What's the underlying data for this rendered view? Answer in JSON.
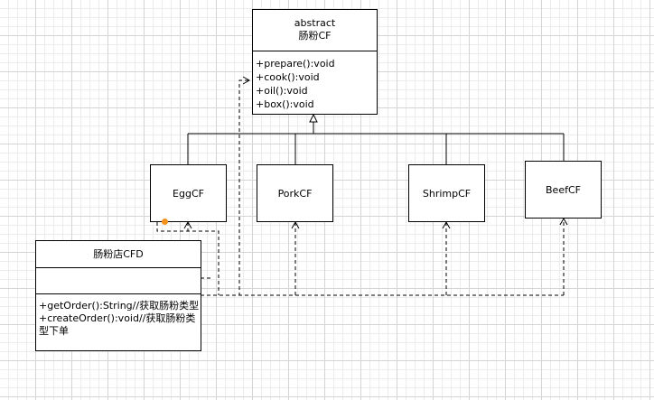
{
  "diagram": {
    "abstract_class": {
      "stereotype": "abstract",
      "name": "肠粉CF",
      "methods": [
        "+prepare():void",
        "+cook():void",
        "+oil():void",
        "+box():void"
      ]
    },
    "subclasses": [
      {
        "name": "EggCF"
      },
      {
        "name": "PorkCF"
      },
      {
        "name": "ShrimpCF"
      },
      {
        "name": "BeefCF"
      }
    ],
    "store_class": {
      "name": "肠粉店CFD",
      "attributes": [],
      "methods": [
        "+getOrder():String//获取肠粉类型",
        "+createOrder():void//获取肠粉类型下单"
      ]
    },
    "relations": [
      {
        "from": "EggCF",
        "to": "肠粉CF",
        "kind": "generalization"
      },
      {
        "from": "PorkCF",
        "to": "肠粉CF",
        "kind": "generalization"
      },
      {
        "from": "ShrimpCF",
        "to": "肠粉CF",
        "kind": "generalization"
      },
      {
        "from": "BeefCF",
        "to": "肠粉CF",
        "kind": "generalization"
      },
      {
        "from": "肠粉店CFD",
        "to": "肠粉CF",
        "kind": "dependency"
      },
      {
        "from": "肠粉店CFD",
        "to": "EggCF",
        "kind": "dependency"
      },
      {
        "from": "肠粉店CFD",
        "to": "PorkCF",
        "kind": "dependency"
      },
      {
        "from": "肠粉店CFD",
        "to": "ShrimpCF",
        "kind": "dependency"
      },
      {
        "from": "肠粉店CFD",
        "to": "BeefCF",
        "kind": "dependency"
      }
    ],
    "colors": {
      "grid_major": "#d4d4d4",
      "grid_minor": "#ececec",
      "stroke": "#000000",
      "selection_handle": "#f5921b"
    }
  }
}
